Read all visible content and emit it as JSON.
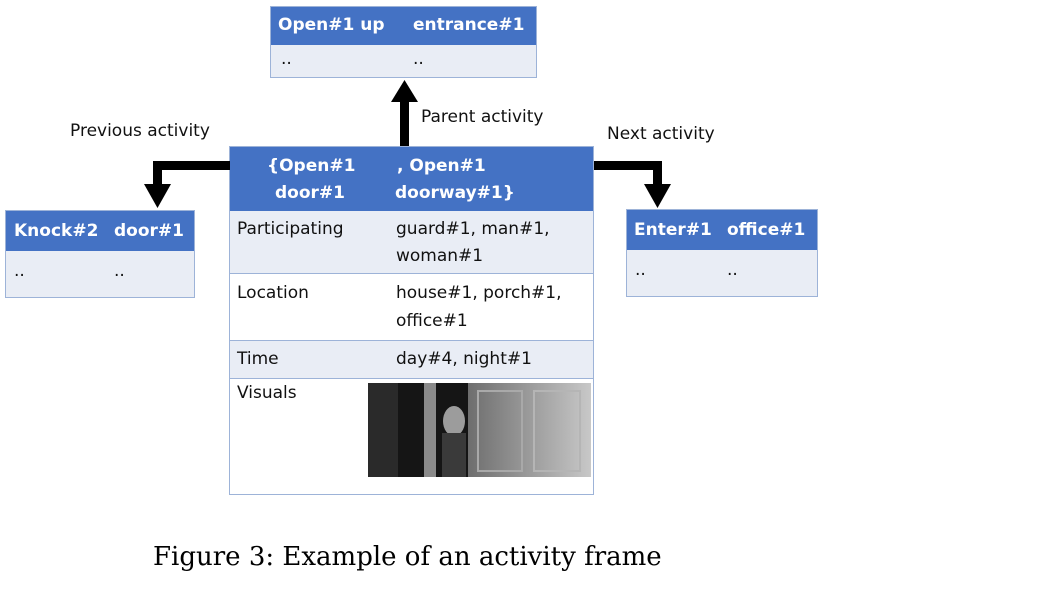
{
  "parent": {
    "col1": "Open#1 up",
    "col2": "entrance#1",
    "row_col1": "..",
    "row_col2": ".."
  },
  "previous": {
    "col1": "Knock#2",
    "col2": "door#1",
    "row_col1": "..",
    "row_col2": ".."
  },
  "next": {
    "col1": "Enter#1",
    "col2": "office#1",
    "row_col1": "..",
    "row_col2": ".."
  },
  "main": {
    "header_left_line1": "{Open#1",
    "header_left_line2": "door#1",
    "header_right_line1": ",  Open#1",
    "header_right_line2": "doorway#1}",
    "rows": [
      {
        "label": "Participating",
        "value_line1": "guard#1, man#1,",
        "value_line2": "woman#1"
      },
      {
        "label": "Location",
        "value_line1": "house#1, porch#1,",
        "value_line2": "office#1"
      },
      {
        "label": "Time",
        "value_line1": "day#4, night#1",
        "value_line2": ""
      },
      {
        "label": "Visuals",
        "value_line1": "",
        "value_line2": ""
      }
    ]
  },
  "labels": {
    "parent_activity": "Parent activity",
    "previous_activity": "Previous activity",
    "next_activity": "Next activity"
  },
  "caption": "Figure 3: Example of an activity frame",
  "colors": {
    "header_blue": "#4472c4",
    "row_tint": "#e9edf5",
    "border": "#9db3d8"
  }
}
